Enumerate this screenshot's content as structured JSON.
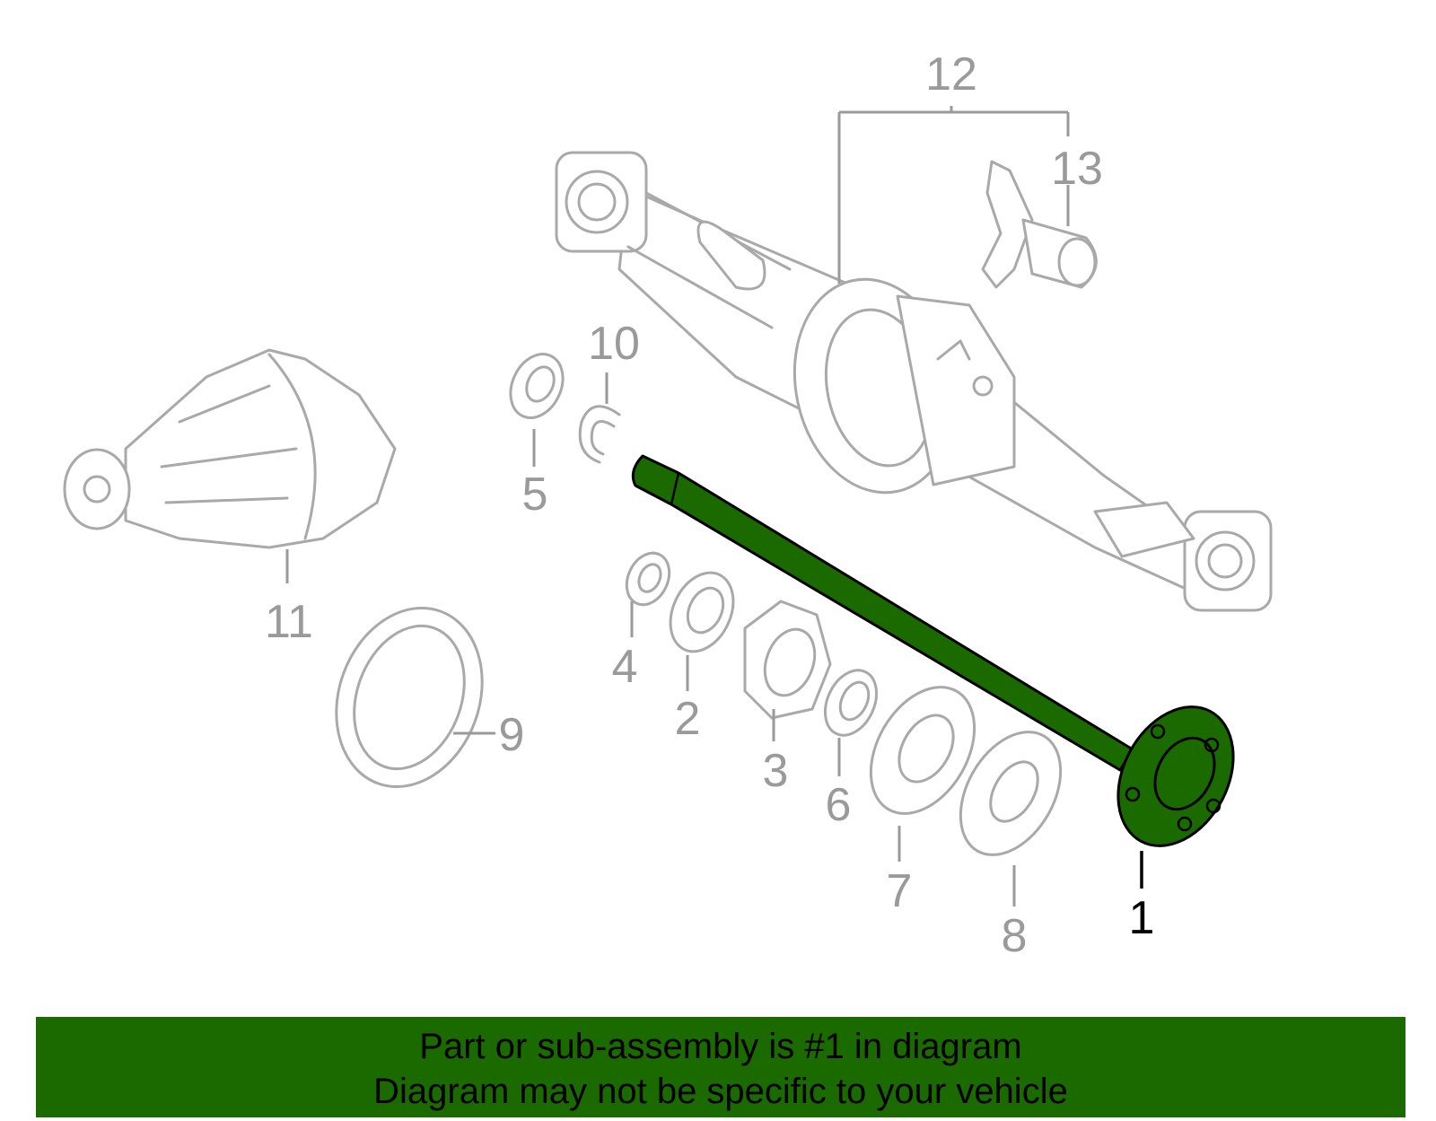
{
  "diagram": {
    "highlight_color": "#1b6a00",
    "part_color": "#a9a9a9",
    "callouts": [
      {
        "id": "1",
        "label": "1",
        "highlighted": true
      },
      {
        "id": "2",
        "label": "2"
      },
      {
        "id": "3",
        "label": "3"
      },
      {
        "id": "4",
        "label": "4"
      },
      {
        "id": "5",
        "label": "5"
      },
      {
        "id": "6",
        "label": "6"
      },
      {
        "id": "7",
        "label": "7"
      },
      {
        "id": "8",
        "label": "8"
      },
      {
        "id": "9",
        "label": "9"
      },
      {
        "id": "10",
        "label": "10"
      },
      {
        "id": "11",
        "label": "11"
      },
      {
        "id": "12",
        "label": "12"
      },
      {
        "id": "13",
        "label": "13"
      }
    ]
  },
  "banner": {
    "line1": "Part or sub-assembly is #1 in diagram",
    "line2": "Diagram may not be specific to your vehicle"
  }
}
